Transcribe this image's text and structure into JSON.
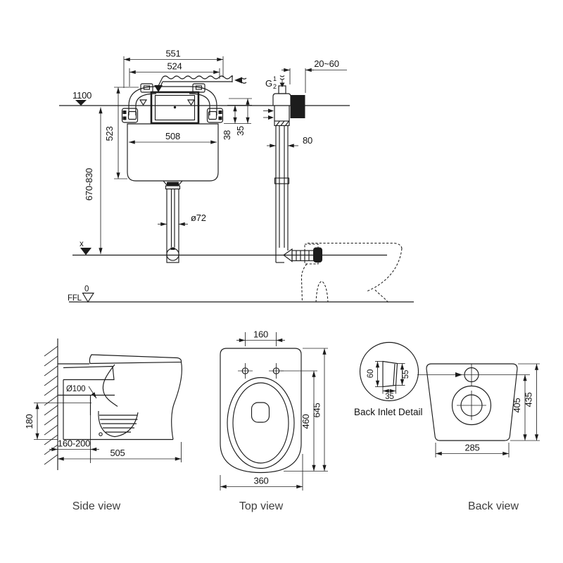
{
  "drawing": {
    "installation": {
      "dims": {
        "frame_width": "551",
        "panel_width": "524",
        "cistern_width": "508",
        "cistern_height": "523",
        "install_height": "670-830",
        "level_height": "1100",
        "offset_38": "38",
        "offset_35": "35",
        "pipe_diameter": "ø72",
        "wall_thickness": "20~60",
        "inlet_thread_g": "G",
        "inlet_thread_num": "1",
        "inlet_thread_den": "2",
        "flush_pipe_width": "80",
        "floor_marker": "x",
        "ffl_label": "FFL",
        "ffl_level": "0"
      }
    },
    "side_view": {
      "label": "Side view",
      "dims": {
        "outlet_diameter": "Ø100",
        "outlet_height": "180",
        "outlet_setout": "160-200",
        "depth": "505"
      }
    },
    "top_view": {
      "label": "Top view",
      "dims": {
        "seat_hole_spacing": "160",
        "overall_length": "645",
        "bowl_length": "460",
        "width": "360"
      }
    },
    "back_view": {
      "label": "Back view",
      "detail_label": "Back Inlet Detail",
      "dims": {
        "overall_height": "435",
        "inlet_height": "405",
        "base_width": "285",
        "inlet_left": "60",
        "inlet_right": "55",
        "inlet_width": "35"
      }
    }
  }
}
